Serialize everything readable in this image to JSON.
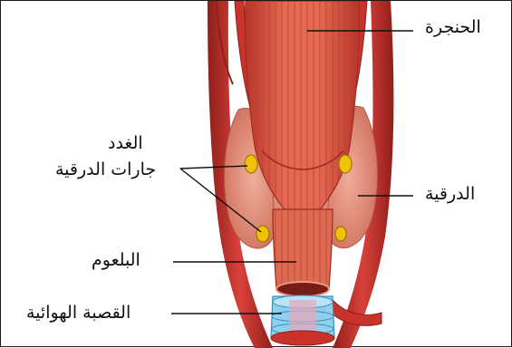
{
  "labels": {
    "larynx": "الحنجرة",
    "glands": "الغدد",
    "parathyroid": "جارات الدرقية",
    "thyroid": "الدرقية",
    "esophagus": "البلعوم",
    "trachea": "القصبة الهوائية"
  },
  "colors": {
    "artery": "#c9332c",
    "artery_dark": "#8f1f1a",
    "muscle": "#dd5f48",
    "thyroid_tissue": "#e79a87",
    "parathyroid_gland": "#f2c20b",
    "trachea_ring": "#8fd0ee",
    "leader_line": "#111111"
  }
}
